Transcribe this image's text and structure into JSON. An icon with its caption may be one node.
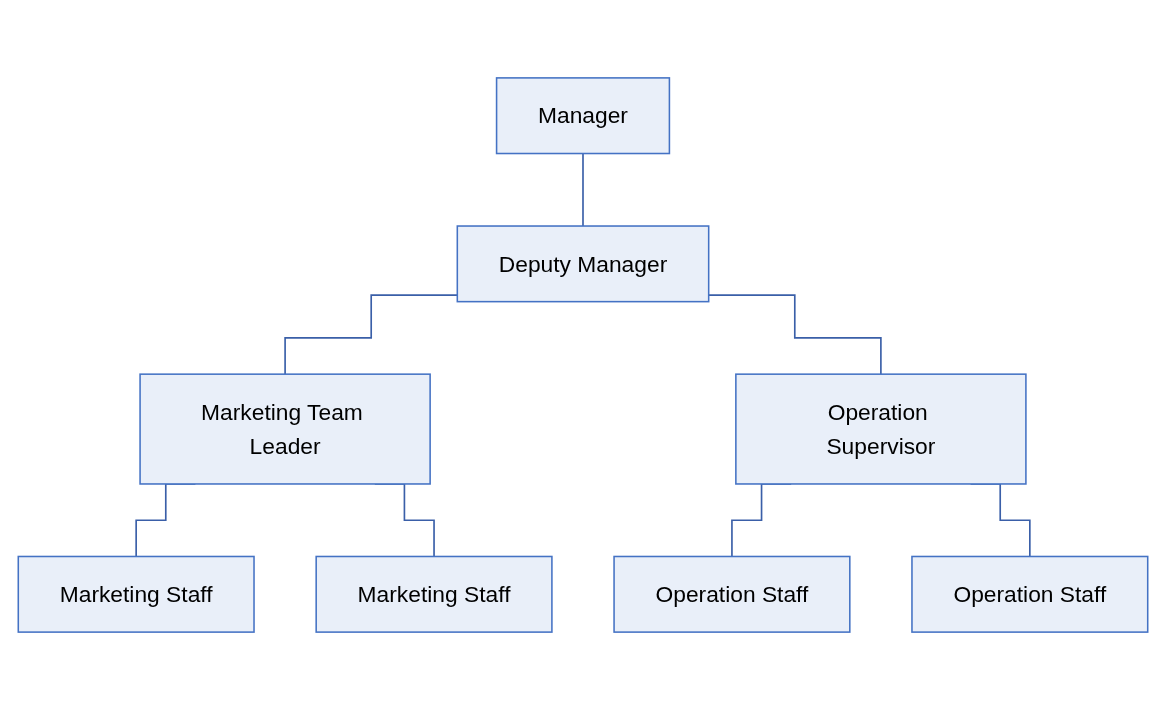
{
  "diagram": {
    "nodes": [
      {
        "text": [
          "Manager"
        ]
      },
      {
        "text": [
          "Deputy Manager"
        ]
      },
      {
        "text": [
          "Marketing Team Leader"
        ]
      },
      {
        "text": [
          "Operation Supervisor"
        ]
      },
      {
        "text": [
          "Marketing Staff"
        ]
      },
      {
        "text": [
          "Marketing Staff"
        ]
      },
      {
        "text": [
          "Operation Staff"
        ]
      },
      {
        "text": [
          "Operation Staff"
        ]
      }
    ],
    "edges": [
      {
        "from": 0,
        "to": 1,
        "arrow": "none"
      },
      {
        "from": 1,
        "to": 2,
        "arrow": "none"
      },
      {
        "from": 1,
        "to": 3,
        "arrow": "none"
      },
      {
        "from": 2,
        "to": 4,
        "arrow": "none"
      },
      {
        "from": 2,
        "to": 5,
        "arrow": "none"
      },
      {
        "from": 3,
        "to": 6,
        "arrow": "none"
      },
      {
        "from": 3,
        "to": 7,
        "arrow": "none"
      }
    ]
  }
}
